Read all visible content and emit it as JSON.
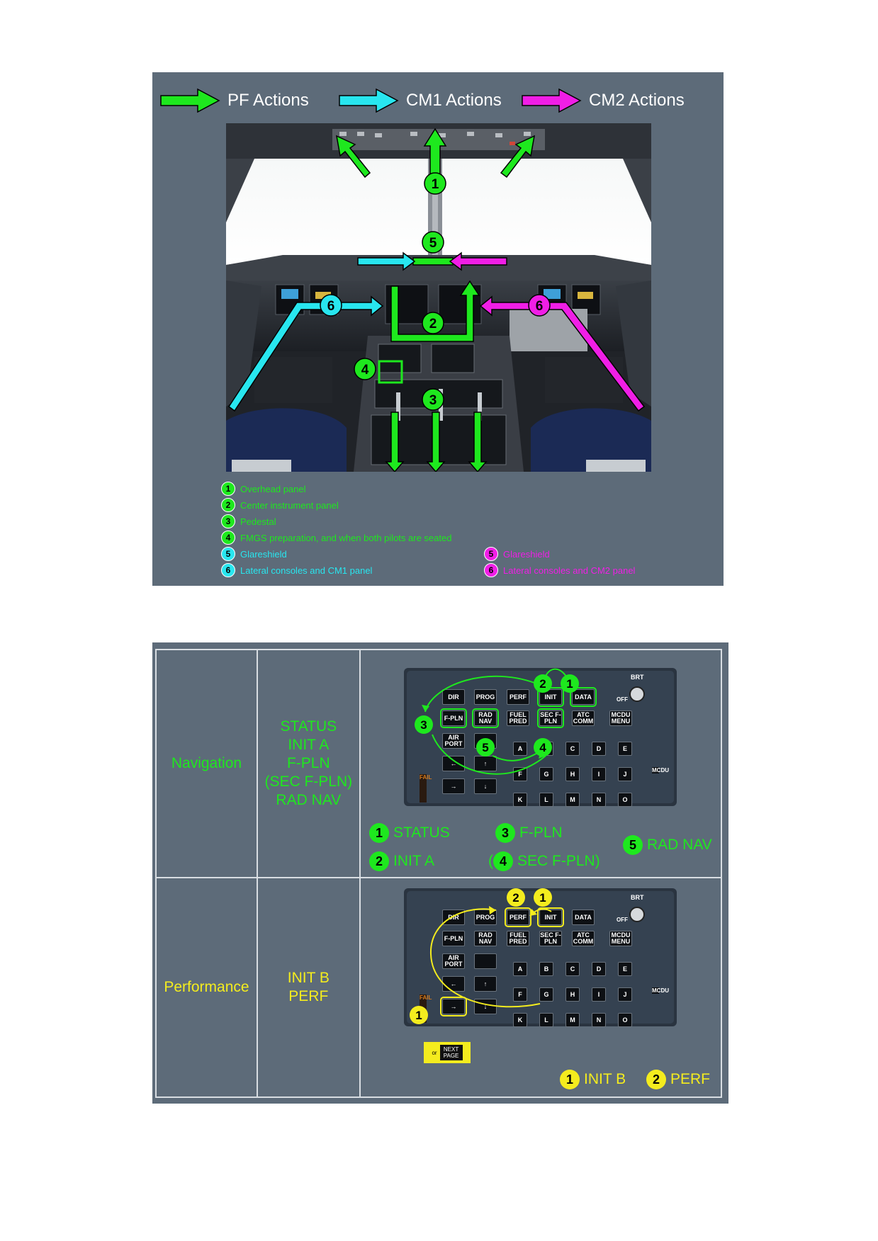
{
  "figure1": {
    "legend": [
      {
        "label": "PF Actions",
        "color": "#1ee81e"
      },
      {
        "label": "CM1 Actions",
        "color": "#28e6ef"
      },
      {
        "label": "CM2 Actions",
        "color": "#f01ee6"
      }
    ],
    "markers": [
      "1",
      "2",
      "3",
      "4",
      "5",
      "6",
      "6"
    ],
    "captions_left": [
      {
        "num": "1",
        "text": "Overhead panel",
        "color": "green"
      },
      {
        "num": "2",
        "text": "Center instrument panel",
        "color": "green"
      },
      {
        "num": "3",
        "text": "Pedestal",
        "color": "green"
      },
      {
        "num": "4",
        "text": "FMGS preparation, and when both pilots are seated",
        "color": "green"
      },
      {
        "num": "5",
        "text": "Glareshield",
        "color": "cyan"
      },
      {
        "num": "6",
        "text": "Lateral consoles and CM1 panel",
        "color": "cyan"
      }
    ],
    "captions_right": [
      {
        "num": "5",
        "text": "Glareshield",
        "color": "magenta"
      },
      {
        "num": "6",
        "text": "Lateral consoles and CM2 panel",
        "color": "magenta"
      }
    ]
  },
  "figure2": {
    "rows": [
      {
        "phase": "Navigation",
        "pages": [
          "STATUS",
          "INIT A",
          "F-PLN",
          "(SEC F-PLN)",
          "RAD NAV"
        ],
        "steps": [
          {
            "num": "1",
            "label": "STATUS"
          },
          {
            "num": "2",
            "label": "INIT A"
          },
          {
            "num": "3",
            "label": "F-PLN"
          },
          {
            "num": "4",
            "label": "SEC F-PLN)",
            "prefix": "("
          },
          {
            "num": "5",
            "label": "RAD NAV"
          }
        ]
      },
      {
        "phase": "Performance",
        "pages": [
          "INIT B",
          "PERF"
        ],
        "steps": [
          {
            "num": "1",
            "label": "INIT B"
          },
          {
            "num": "2",
            "label": "PERF"
          }
        ],
        "note_or": "or",
        "note_key": "NEXT PAGE"
      }
    ],
    "mcdu": {
      "brt": "BRT",
      "off": "OFF",
      "fail": "FAIL",
      "mcdu_label": "MCDU",
      "keys_row1": [
        "DIR",
        "PROG",
        "PERF",
        "INIT",
        "DATA"
      ],
      "keys_row2": [
        "F-PLN",
        "RAD NAV",
        "FUEL PRED",
        "SEC F-PLN",
        "ATC COMM",
        "MCDU MENU"
      ],
      "key_airport": "AIR PORT",
      "letters": [
        "A",
        "B",
        "C",
        "D",
        "E",
        "F",
        "G",
        "H",
        "I",
        "J",
        "K",
        "L",
        "M",
        "N",
        "O"
      ]
    }
  }
}
